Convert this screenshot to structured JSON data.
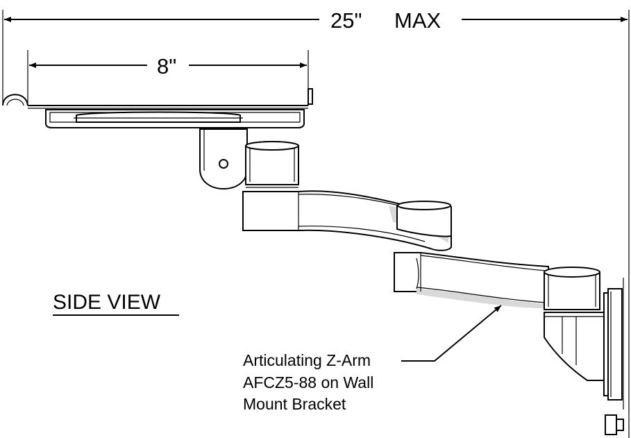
{
  "dimensions": {
    "overall_value": "25\"",
    "overall_suffix": "MAX",
    "tray_value": "8\""
  },
  "view_label": "SIDE VIEW",
  "callout": {
    "line1": "Articulating Z-Arm",
    "line2": "AFCZ5-88 on Wall",
    "line3": "Mount Bracket"
  }
}
